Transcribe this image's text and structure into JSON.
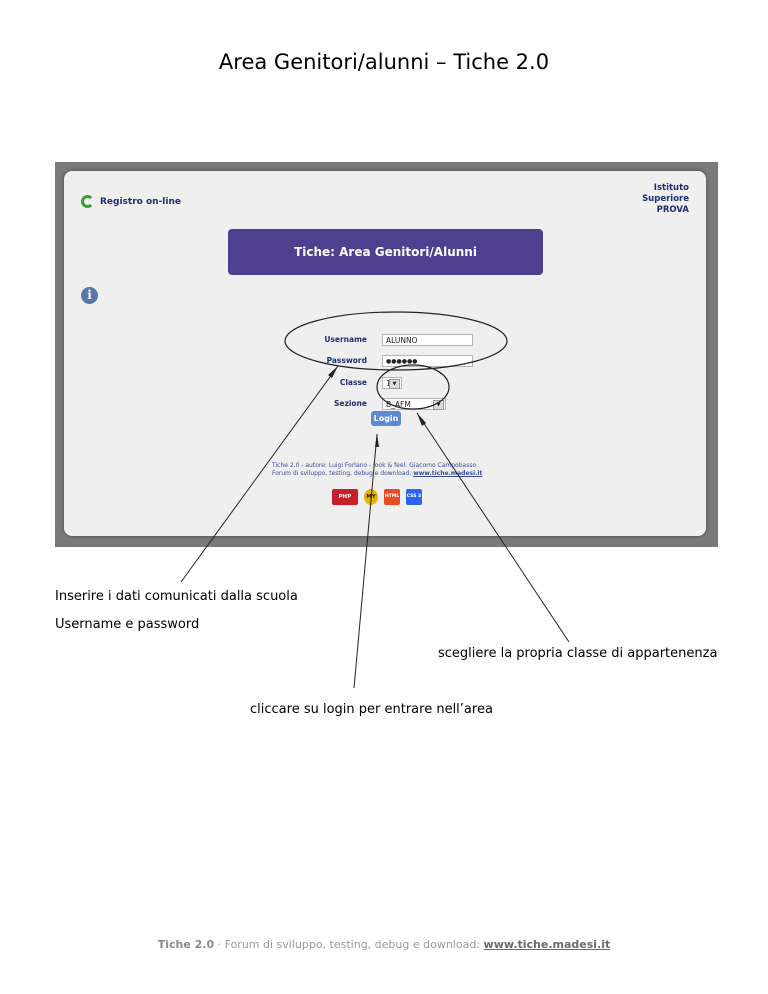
{
  "doc_title": "Area Genitori/alunni – Tiche 2.0",
  "screenshot": {
    "logo_text": "Registro on-line",
    "school": [
      "Istituto",
      "Superiore",
      "PROVA"
    ],
    "banner": "Tiche: Area Genitori/Alunni",
    "info_icon": "i",
    "form": {
      "username_label": "Username",
      "username_value": "ALUNNO",
      "password_label": "Password",
      "password_value": "●●●●●●",
      "classe_label": "Classe",
      "classe_value": "1",
      "sezione_label": "Sezione",
      "sezione_value": "B_AFM",
      "login_label": "Login"
    },
    "credits_line1": "Tiche 2.0 - autore: Luigi Forlano - look & feel: Giacomo Campobasso",
    "credits_line2_prefix": "Forum di sviluppo, testing, debug e download: ",
    "credits_link": "www.tiche.madesi.it",
    "badges": [
      "PHP",
      "MY",
      "HTML 5",
      "CSS 3"
    ]
  },
  "notes": {
    "note1": "Inserire i dati comunicati dalla scuola",
    "note2": "Username e password",
    "note3": "scegliere la propria classe di appartenenza",
    "note4": "cliccare su login per entrare nell’area"
  },
  "footer": {
    "brand": "Tiche 2.0",
    "text": " · Forum di sviluppo, testing, debug e download: ",
    "link": "www.tiche.madesi.it"
  }
}
